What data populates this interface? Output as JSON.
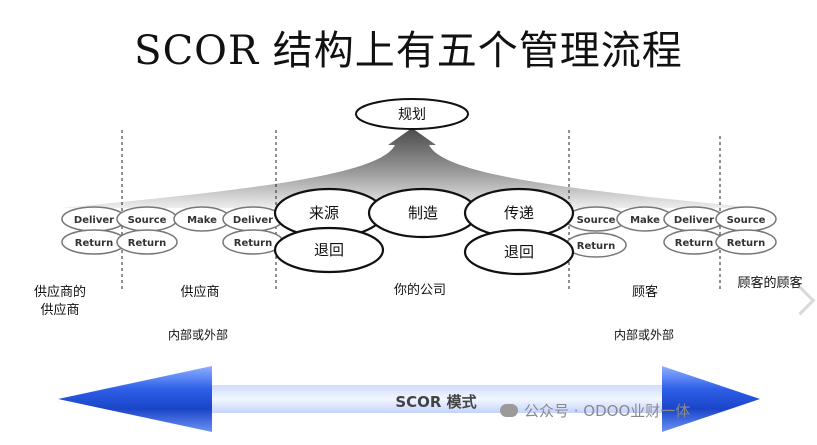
{
  "title": "SCOR 结构上有五个管理流程",
  "plan_label": "规划",
  "internal": {
    "source": "来源",
    "make": "制造",
    "deliver": "传递",
    "return_left": "退回",
    "return_right": "退回"
  },
  "chain_labels": {
    "deliver": "Deliver",
    "source": "Source",
    "make": "Make",
    "return": "Return"
  },
  "segments": {
    "suppliers_supplier": "供应商的\n供应商",
    "supplier": "供应商",
    "your_company": "你的公司",
    "customer": "顾客",
    "customers_customer": "顾客的顾客"
  },
  "internal_external_left": "内部或外部",
  "internal_external_right": "内部或外部",
  "scor_model_label": "SCOR 模式",
  "watermark": "公众号 · ODOO业财一体",
  "colors": {
    "arrow_blue": "#1f4fd6",
    "arrow_light": "#dce6ff"
  }
}
